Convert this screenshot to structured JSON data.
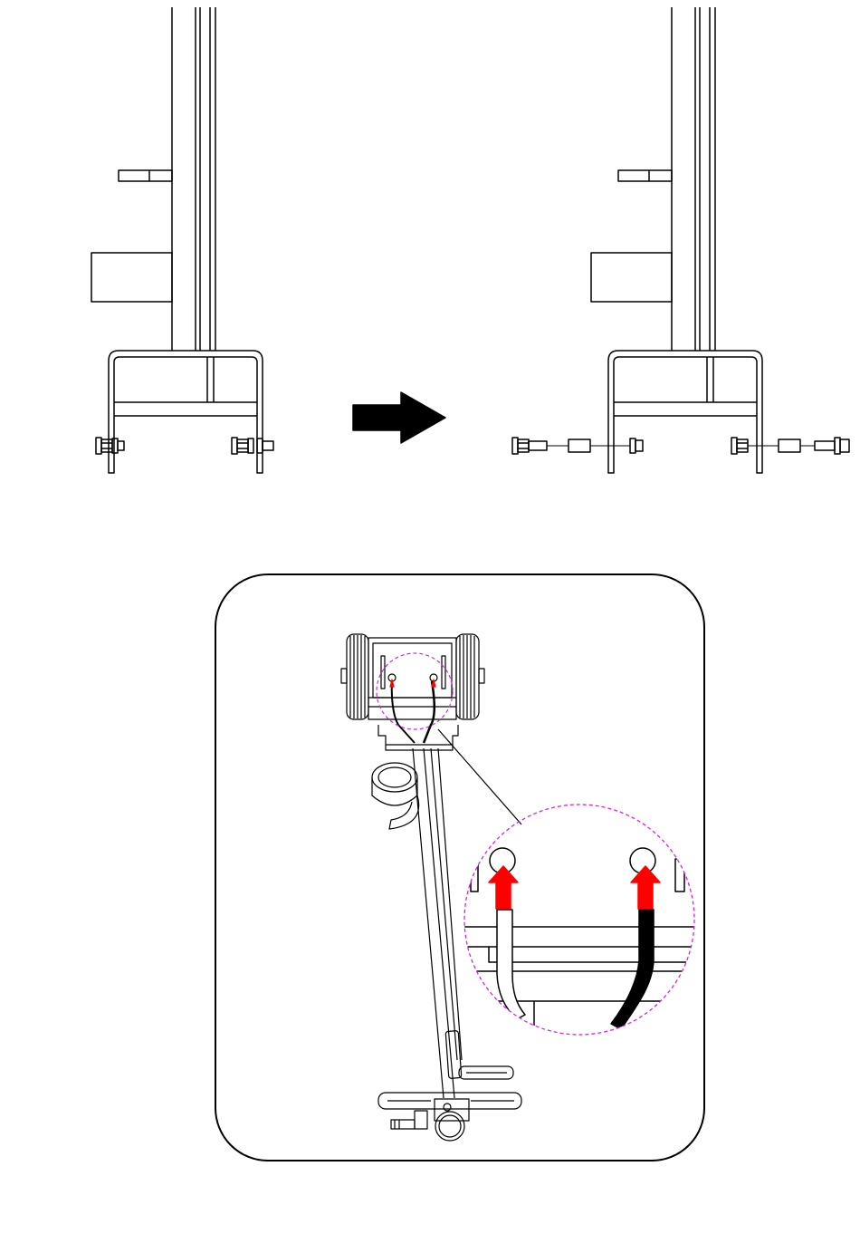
{
  "colors": {
    "line": "#000000",
    "background": "#ffffff",
    "arrow_red": "#ff0000",
    "callout_magenta": "#e020e0",
    "step_arrow": "#000000"
  },
  "icons": {
    "step_arrow": "right-arrow-icon",
    "insert_arrow": "up-arrow-icon"
  },
  "diagram": {
    "top_row": {
      "panels": [
        "before",
        "after"
      ]
    },
    "bottom_panel": {
      "callout_hoses": [
        "left-hose",
        "right-hose"
      ]
    }
  }
}
